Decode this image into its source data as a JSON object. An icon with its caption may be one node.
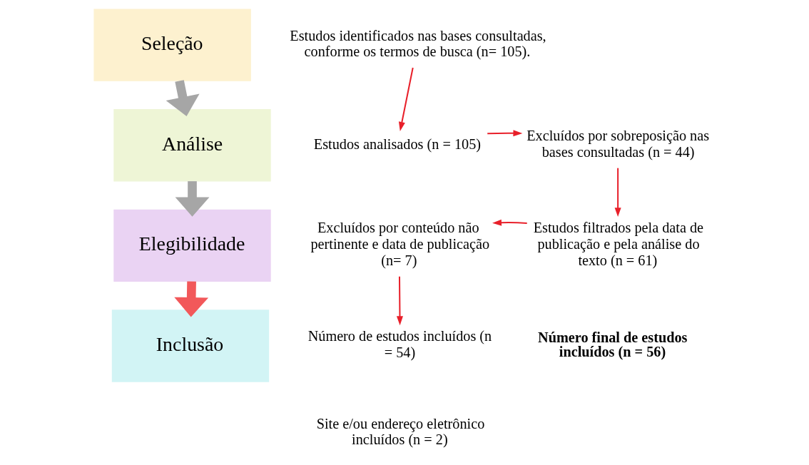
{
  "diagram": {
    "nodes": [
      {
        "text": [
          "Seleção"
        ]
      },
      {
        "text": [
          "Análise"
        ]
      },
      {
        "text": [
          "Elegibilidade"
        ]
      },
      {
        "text": [
          "Inclusão"
        ]
      },
      {
        "text": [
          "Estudos identificados nas bases consultadas, conforme os termos de busca (n= 105)."
        ]
      },
      {
        "text": [
          "Estudos analisados (n = 105)"
        ]
      },
      {
        "text": [
          "Excluídos por sobreposição nas bases consultadas (n = 44)"
        ]
      },
      {
        "text": [
          "Estudos filtrados pela data de publicação e pela análise do texto (n = 61)"
        ]
      },
      {
        "text": [
          "Excluídos por conteúdo não pertinente e data de publicação (n= 7)"
        ]
      },
      {
        "text": [
          "Número de estudos incluídos (n = 54)"
        ]
      },
      {
        "text": [
          "Site e/ou endereço eletrônico incluídos (n = 2)"
        ]
      },
      {
        "text": [
          "Número final de estudos incluídos (n = 56)"
        ]
      }
    ],
    "edges": [
      {
        "from": 0,
        "to": 1,
        "arrow": "to",
        "style": "thick",
        "color": "#a6a6a6"
      },
      {
        "from": 1,
        "to": 2,
        "arrow": "to",
        "style": "thick",
        "color": "#a6a6a6"
      },
      {
        "from": 2,
        "to": 3,
        "arrow": "to",
        "style": "thick",
        "color": "#f2585a"
      },
      {
        "from": 4,
        "to": 5,
        "arrow": "to"
      },
      {
        "from": 5,
        "to": 6,
        "arrow": "to"
      },
      {
        "from": 6,
        "to": 7,
        "arrow": "to"
      },
      {
        "from": 7,
        "to": 8,
        "arrow": "to"
      },
      {
        "from": 8,
        "to": 9,
        "arrow": "to"
      }
    ]
  }
}
